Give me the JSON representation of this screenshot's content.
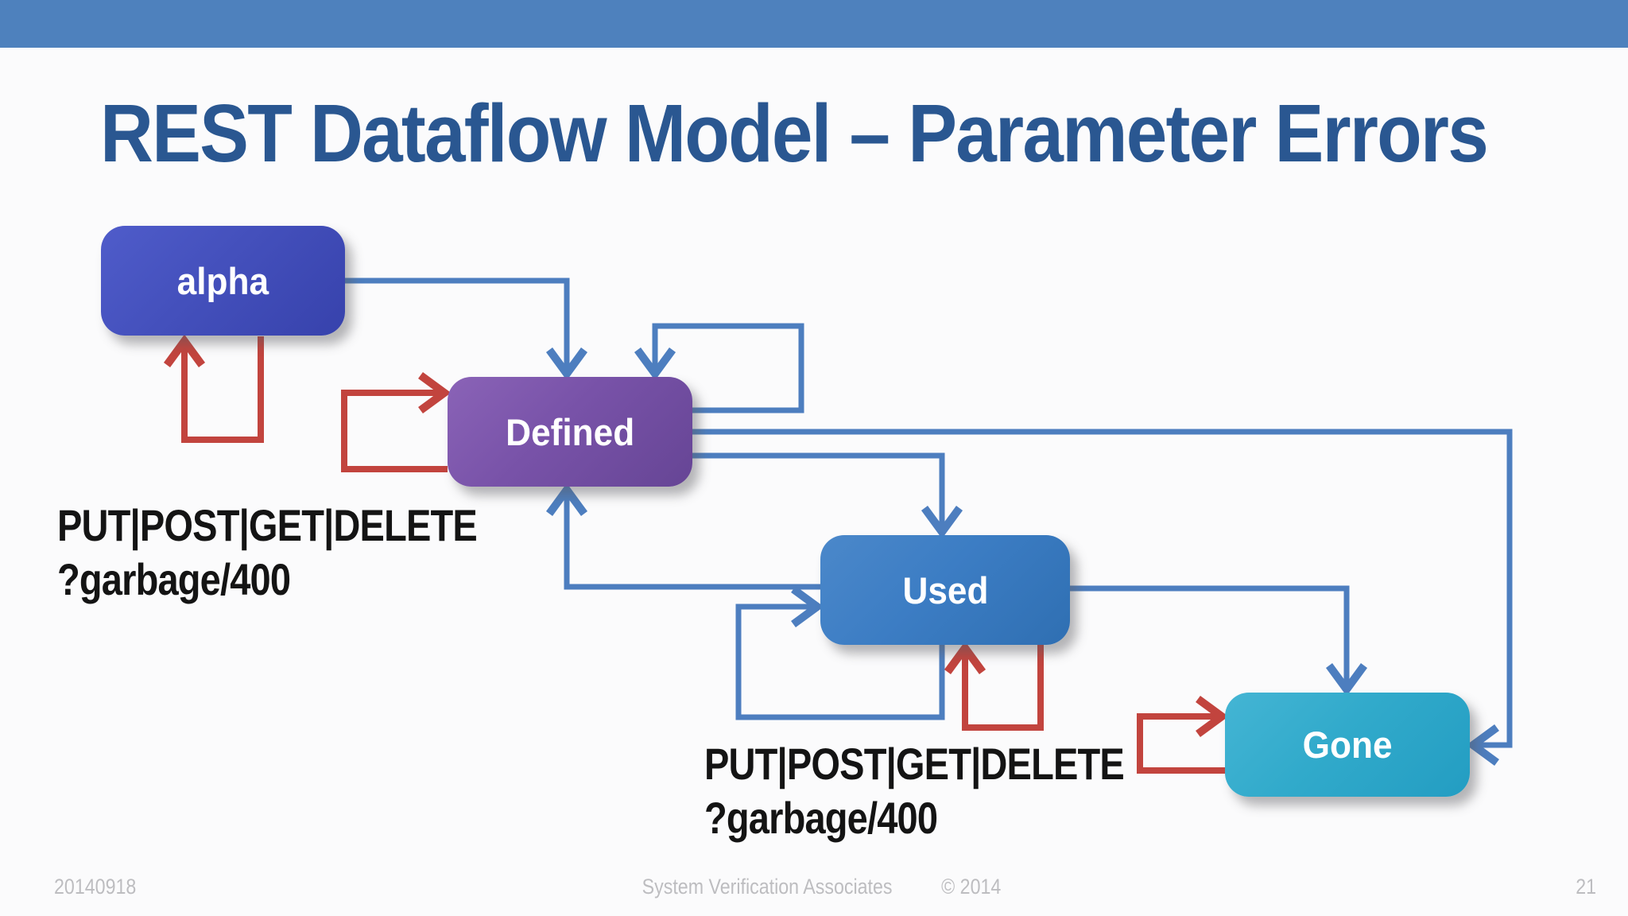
{
  "slide": {
    "title": "REST Dataflow Model – Parameter Errors",
    "nodes": {
      "alpha": {
        "label": "alpha"
      },
      "defined": {
        "label": "Defined"
      },
      "used": {
        "label": "Used"
      },
      "gone": {
        "label": "Gone"
      }
    },
    "labels": {
      "alpha_error": {
        "line1": "PUT|POST|GET|DELETE",
        "line2": "?garbage/400"
      },
      "used_error": {
        "line1": "PUT|POST|GET|DELETE",
        "line2": "?garbage/400"
      }
    },
    "edges": [
      {
        "from": "alpha",
        "to": "defined",
        "color": "blue",
        "kind": "transition"
      },
      {
        "from": "defined",
        "to": "defined",
        "color": "blue",
        "kind": "self-loop"
      },
      {
        "from": "defined",
        "to": "used",
        "color": "blue",
        "kind": "transition"
      },
      {
        "from": "defined",
        "to": "gone",
        "color": "blue",
        "kind": "transition"
      },
      {
        "from": "used",
        "to": "defined",
        "color": "blue",
        "kind": "transition"
      },
      {
        "from": "used",
        "to": "used",
        "color": "blue",
        "kind": "self-loop"
      },
      {
        "from": "used",
        "to": "gone",
        "color": "blue",
        "kind": "transition"
      },
      {
        "from": "alpha",
        "to": "alpha",
        "color": "red",
        "kind": "error-self-loop"
      },
      {
        "from": "defined",
        "to": "defined",
        "color": "red",
        "kind": "error-self-loop"
      },
      {
        "from": "used",
        "to": "used",
        "color": "red",
        "kind": "error-self-loop"
      },
      {
        "from": "gone",
        "to": "gone",
        "color": "red",
        "kind": "error-self-loop"
      }
    ],
    "colors": {
      "topbar": "#4e81bd",
      "title": "#2a5791",
      "arrow_blue": "#4d7ebf",
      "arrow_red": "#c2443e",
      "node_alpha": "#4450bc",
      "node_defined": "#7852a8",
      "node_used": "#3c7dc4",
      "node_gone": "#31aacb",
      "label_text": "#141414",
      "footer_text": "#bdbdc0"
    },
    "footer": {
      "date": "20140918",
      "org": "System Verification Associates",
      "copyright": "© 2014",
      "page": "21"
    }
  }
}
